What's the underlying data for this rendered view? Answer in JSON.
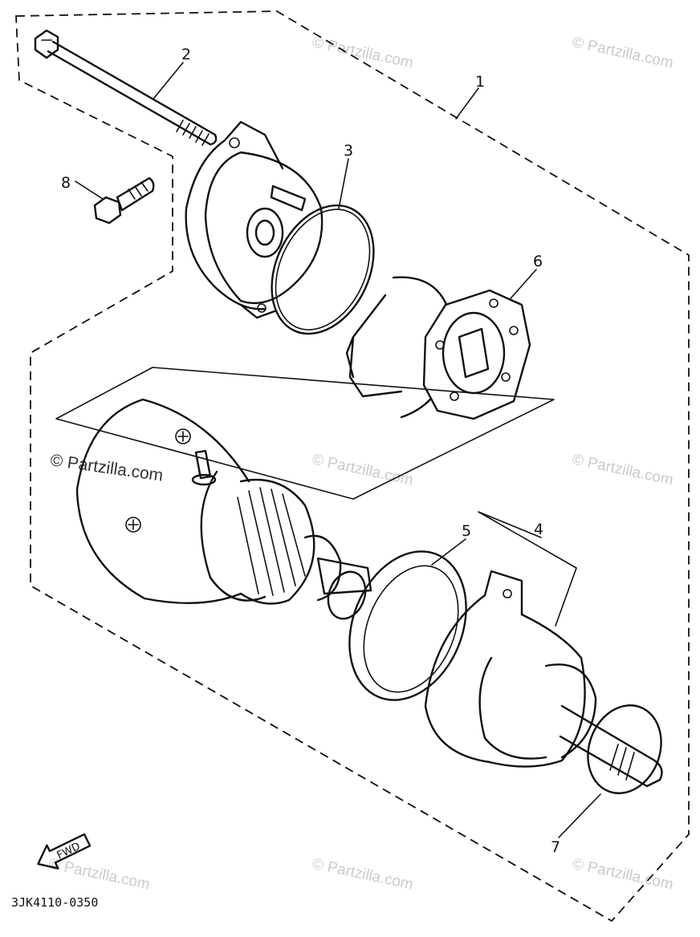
{
  "callouts": [
    {
      "id": "1",
      "label": "1"
    },
    {
      "id": "2",
      "label": "2"
    },
    {
      "id": "3",
      "label": "3"
    },
    {
      "id": "4",
      "label": "4"
    },
    {
      "id": "5",
      "label": "5"
    },
    {
      "id": "6",
      "label": "6"
    },
    {
      "id": "7",
      "label": "7"
    },
    {
      "id": "8",
      "label": "8"
    }
  ],
  "direction_arrow": "FWD",
  "drawing_code": "3JK4110-0350",
  "watermark": "© Partzilla.com"
}
